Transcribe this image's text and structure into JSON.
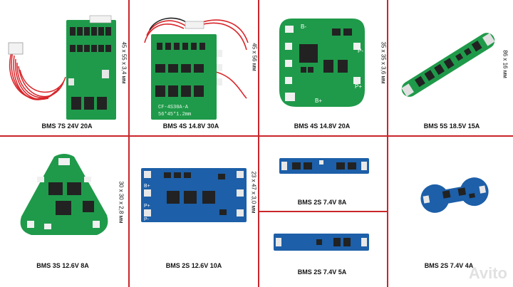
{
  "colors": {
    "divider": "#c9262b",
    "pcb_green": "#1f9a4a",
    "pcb_blue": "#1d5fa8",
    "wire_red": "#d8262b"
  },
  "panels": [
    {
      "caption": "BMS 7S 24V 20A",
      "dimension": "45 x 55 x 3,4 мм"
    },
    {
      "caption": "BMS 4S 14.8V 30A",
      "dimension": "45 x 56 мм",
      "silkscreen": "CF-4S30A-A",
      "silkscreen2": "56*45*1.2mm"
    },
    {
      "caption": "BMS 4S 14.8V 20A",
      "dimension": "35 x 35 x 3,6 мм"
    },
    {
      "caption": "BMS 5S 18.5V 15A",
      "dimension": "86 x 16 мм"
    },
    {
      "caption": "BMS 3S 12.6V 8A",
      "dimension": "30 x 30 x 2,8 мм"
    },
    {
      "caption": "BMS 2S 12.6V 10A",
      "dimension": "23 x 47 x 3,0 мм"
    },
    {
      "caption": "BMS 2S 7.4V 8A"
    },
    {
      "caption": "BMS 2S 7.4V 4A"
    },
    {
      "caption": "BMS 2S 7.4V 5A"
    }
  ],
  "watermark": "Avito"
}
